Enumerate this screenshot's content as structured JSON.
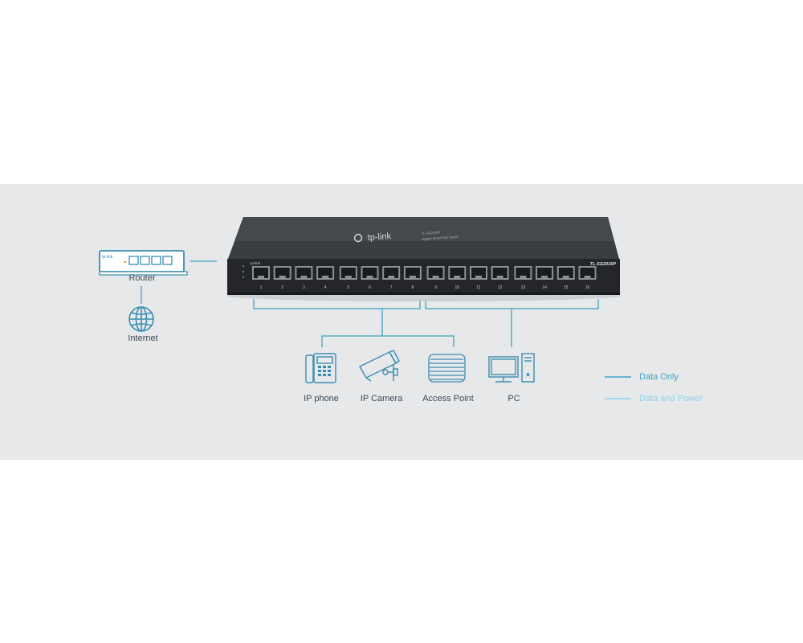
{
  "colors": {
    "data_only": "#3fa3c4",
    "data_and_power": "#8fd3ea",
    "icon_stroke": "#3a8db0",
    "label_text": "#3c4a58",
    "band_bg": "#e6e8ea",
    "switch_body": "#2b2e31"
  },
  "switch": {
    "brand": "tp-link",
    "model": "TL-SG2016P",
    "subtitle": "Gigabit Smart PoE Switch",
    "ports": [
      "1",
      "2",
      "3",
      "4",
      "5",
      "6",
      "7",
      "8",
      "9",
      "10",
      "11",
      "12",
      "13",
      "14",
      "15",
      "16"
    ]
  },
  "router": {
    "label": "Router",
    "brand": "tp-link",
    "icon": "router-icon"
  },
  "internet": {
    "label": "Internet",
    "icon": "globe-icon"
  },
  "devices": [
    {
      "label": "IP phone",
      "icon": "ip-phone-icon"
    },
    {
      "label": "IP Camera",
      "icon": "security-camera-icon"
    },
    {
      "label": "Access Point",
      "icon": "access-point-icon"
    },
    {
      "label": "PC",
      "icon": "desktop-pc-icon"
    }
  ],
  "legend": {
    "data_only": "Data Only",
    "data_and_power": "Data and Power"
  }
}
